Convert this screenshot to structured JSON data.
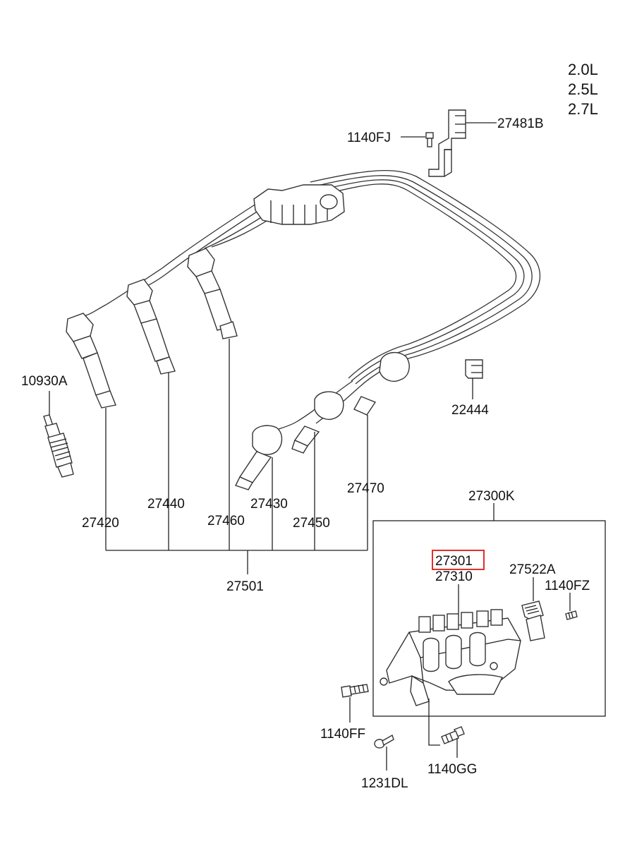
{
  "engine": [
    "2.0L",
    "2.5L",
    "2.7L"
  ],
  "parts": {
    "p27481B": "27481B",
    "p1140FJ": "1140FJ",
    "p10930A": "10930A",
    "p22444": "22444",
    "p27300K": "27300K",
    "p27440": "27440",
    "p27430": "27430",
    "p27470": "27470",
    "p27420": "27420",
    "p27460": "27460",
    "p27450": "27450",
    "p27301": "27301",
    "p27310": "27310",
    "p27522A": "27522A",
    "p1140FZ": "1140FZ",
    "p27501": "27501",
    "p1140FF": "1140FF",
    "p1140GG": "1140GG",
    "p1231DL": "1231DL"
  },
  "highlight_color": "#e0302a"
}
